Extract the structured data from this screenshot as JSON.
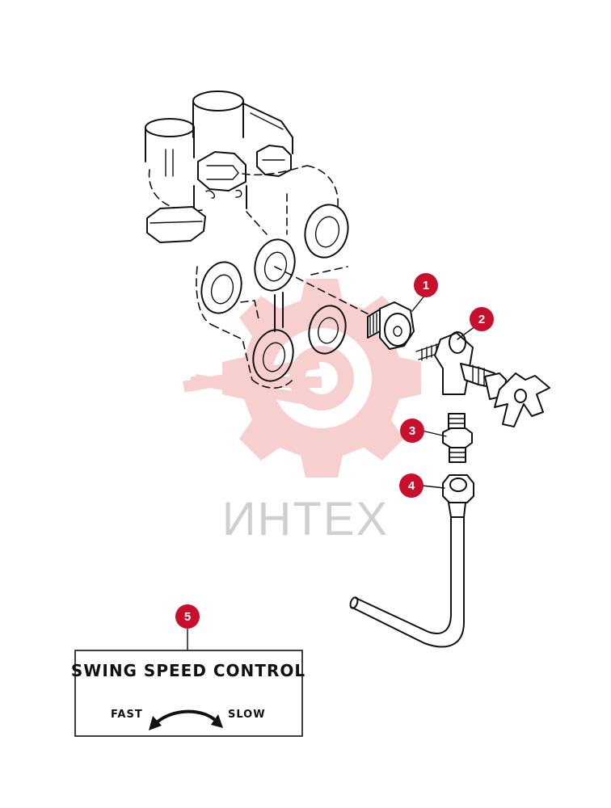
{
  "watermark": {
    "text": "ИНТЕХ",
    "color": "#f4b4b4"
  },
  "callouts": [
    {
      "number": "1",
      "part": "adapter"
    },
    {
      "number": "2",
      "part": "needle-valve"
    },
    {
      "number": "3",
      "part": "connector"
    },
    {
      "number": "4",
      "part": "tube-nut"
    },
    {
      "number": "5",
      "part": "decal"
    }
  ],
  "callout_color": "#c8102e",
  "decal": {
    "title": "SWING SPEED CONTROL",
    "left_label": "FAST",
    "right_label": "SLOW"
  }
}
